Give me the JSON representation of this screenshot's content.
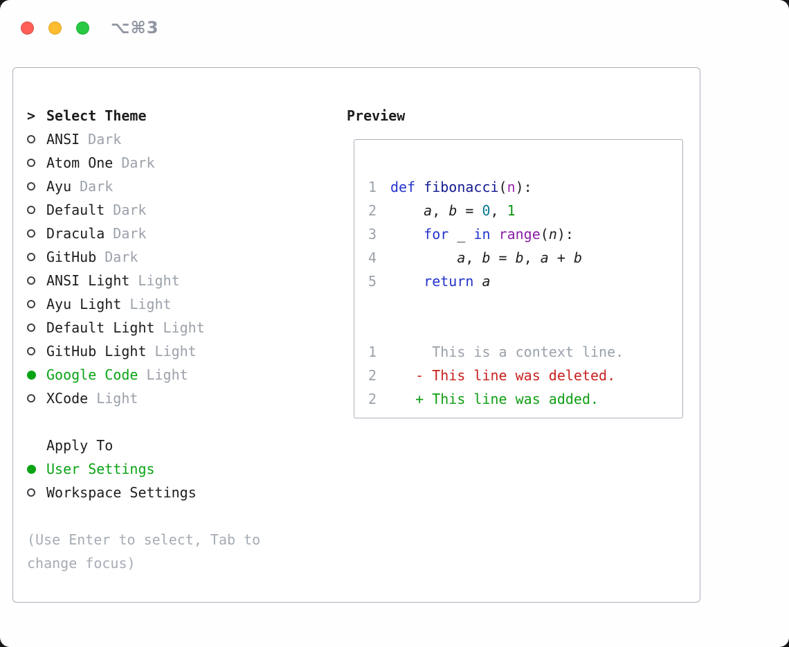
{
  "window": {
    "shortcut": "⌥⌘3",
    "traffic_lights": [
      "close",
      "minimize",
      "zoom"
    ]
  },
  "selector": {
    "prompt": ">",
    "title": "Select Theme",
    "items": [
      {
        "name": "ANSI",
        "variant": "Dark",
        "selected": false
      },
      {
        "name": "Atom One",
        "variant": "Dark",
        "selected": false
      },
      {
        "name": "Ayu",
        "variant": "Dark",
        "selected": false
      },
      {
        "name": "Default",
        "variant": "Dark",
        "selected": false
      },
      {
        "name": "Dracula",
        "variant": "Dark",
        "selected": false
      },
      {
        "name": "GitHub",
        "variant": "Dark",
        "selected": false
      },
      {
        "name": "ANSI Light",
        "variant": "Light",
        "selected": false
      },
      {
        "name": "Ayu Light",
        "variant": "Light",
        "selected": false
      },
      {
        "name": "Default Light",
        "variant": "Light",
        "selected": false
      },
      {
        "name": "GitHub Light",
        "variant": "Light",
        "selected": false
      },
      {
        "name": "Google Code",
        "variant": "Light",
        "selected": true
      },
      {
        "name": "XCode",
        "variant": "Light",
        "selected": false
      }
    ],
    "apply_to": {
      "title": "Apply To",
      "options": [
        {
          "label": "User Settings",
          "selected": true
        },
        {
          "label": "Workspace Settings",
          "selected": false
        }
      ]
    },
    "hint": "(Use Enter to select, Tab to change focus)"
  },
  "preview": {
    "title": "Preview",
    "code": [
      {
        "no": "1",
        "tokens": [
          {
            "t": "def ",
            "c": "kw"
          },
          {
            "t": "fibonacci",
            "c": "fn"
          },
          {
            "t": "(",
            "c": "pl"
          },
          {
            "t": "n",
            "c": "prm"
          },
          {
            "t": "):",
            "c": "pl"
          }
        ]
      },
      {
        "no": "2",
        "tokens": [
          {
            "t": "    ",
            "c": "pl"
          },
          {
            "t": "a",
            "c": "var"
          },
          {
            "t": ", ",
            "c": "pl"
          },
          {
            "t": "b",
            "c": "var"
          },
          {
            "t": " = ",
            "c": "pl"
          },
          {
            "t": "0",
            "c": "n0"
          },
          {
            "t": ", ",
            "c": "pl"
          },
          {
            "t": "1",
            "c": "n1"
          }
        ]
      },
      {
        "no": "3",
        "tokens": [
          {
            "t": "    ",
            "c": "pl"
          },
          {
            "t": "for",
            "c": "kw"
          },
          {
            "t": " _ ",
            "c": "pl"
          },
          {
            "t": "in",
            "c": "kw"
          },
          {
            "t": " ",
            "c": "pl"
          },
          {
            "t": "range",
            "c": "bi"
          },
          {
            "t": "(",
            "c": "pl"
          },
          {
            "t": "n",
            "c": "var"
          },
          {
            "t": "):",
            "c": "pl"
          }
        ]
      },
      {
        "no": "4",
        "tokens": [
          {
            "t": "        ",
            "c": "pl"
          },
          {
            "t": "a",
            "c": "var"
          },
          {
            "t": ", ",
            "c": "pl"
          },
          {
            "t": "b",
            "c": "var"
          },
          {
            "t": " = ",
            "c": "pl"
          },
          {
            "t": "b",
            "c": "var"
          },
          {
            "t": ", ",
            "c": "pl"
          },
          {
            "t": "a",
            "c": "var"
          },
          {
            "t": " + ",
            "c": "pl"
          },
          {
            "t": "b",
            "c": "var"
          }
        ]
      },
      {
        "no": "5",
        "tokens": [
          {
            "t": "    ",
            "c": "pl"
          },
          {
            "t": "return",
            "c": "kw"
          },
          {
            "t": " ",
            "c": "pl"
          },
          {
            "t": "a",
            "c": "var"
          }
        ]
      }
    ],
    "diff": [
      {
        "no": "1",
        "type": "ctx",
        "text": "     This is a context line."
      },
      {
        "no": "2",
        "type": "del",
        "text": "   - This line was deleted."
      },
      {
        "no": "2",
        "type": "add",
        "text": "   + This line was added."
      }
    ]
  },
  "colors": {
    "keyword": "#2333cc",
    "function": "#141a8f",
    "param": "#9c27b0",
    "builtin": "#8b1ea8",
    "number_teal": "#0c7792",
    "number_green": "#0e9413",
    "text": "#1d1d1f",
    "muted": "#9ba1aa",
    "selected_green": "#0aa314",
    "deleted_red": "#c9211e",
    "added_green": "#0f9d13",
    "line_number": "#9aa1a9",
    "context": "#9aa1a9",
    "hint": "#a6abb4"
  }
}
